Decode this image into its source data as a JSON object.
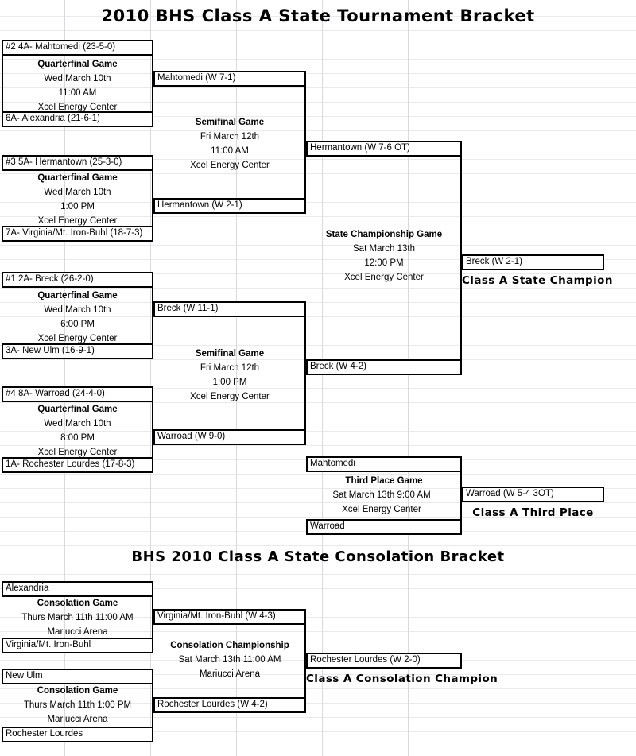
{
  "titles": {
    "main": "2010 BHS Class A State Tournament Bracket",
    "consolation": "BHS 2010 Class A State Consolation Bracket"
  },
  "labels": {
    "quarterfinal": "Quarterfinal Game",
    "semifinal": "Semifinal Game",
    "championship": "State Championship Game",
    "third_place": "Third Place Game",
    "consolation_game": "Consolation Game",
    "consolation_championship": "Consolation Championship"
  },
  "venues": {
    "xcel": "Xcel Energy Center",
    "mariucci": "Mariucci Arena"
  },
  "main_bracket": {
    "quarterfinals": [
      {
        "team_top": "#2 4A- Mahtomedi (23-5-0)",
        "team_bottom": "6A- Alexandria (21-6-1)",
        "header": "Quarterfinal Game",
        "date": "Wed March 10th",
        "time": "11:00 AM",
        "venue": "Xcel Energy Center"
      },
      {
        "team_top": "#3 5A- Hermantown (25-3-0)",
        "team_bottom": "7A- Virginia/Mt. Iron-Buhl (18-7-3)",
        "header": "Quarterfinal Game",
        "date": "Wed March 10th",
        "time": "1:00 PM",
        "venue": "Xcel Energy Center"
      },
      {
        "team_top": "#1 2A- Breck (26-2-0)",
        "team_bottom": "3A- New Ulm (16-9-1)",
        "header": "Quarterfinal Game",
        "date": "Wed March 10th",
        "time": "6:00 PM",
        "venue": "Xcel Energy Center"
      },
      {
        "team_top": "#4 8A- Warroad (24-4-0)",
        "team_bottom": "1A- Rochester Lourdes (17-8-3)",
        "header": "Quarterfinal Game",
        "date": "Wed March 10th",
        "time": "8:00 PM",
        "venue": "Xcel Energy Center"
      }
    ],
    "semifinals": [
      {
        "winner_top": "Mahtomedi (W 7-1)",
        "winner_bottom": "Hermantown (W 2-1)",
        "header": "Semifinal Game",
        "date": "Fri March 12th",
        "time": "11:00 AM",
        "venue": "Xcel Energy Center"
      },
      {
        "winner_top": "Breck (W 11-1)",
        "winner_bottom": "Warroad (W 9-0)",
        "header": "Semifinal Game",
        "date": "Fri March 12th",
        "time": "1:00 PM",
        "venue": "Xcel Energy Center"
      }
    ],
    "final": {
      "finalist_top": "Hermantown (W 7-6 OT)",
      "finalist_bottom": "Breck (W 4-2)",
      "header": "State Championship Game",
      "date": "Sat March 13th",
      "time": "12:00 PM",
      "venue": "Xcel Energy Center",
      "champion": "Breck (W 2-1)",
      "champion_award": "Class A State Champion"
    },
    "third_place": {
      "team_top": "Mahtomedi",
      "team_bottom": "Warroad",
      "header": "Third Place Game",
      "datetime": "Sat March 13th 9:00 AM",
      "venue": "Xcel Energy Center",
      "winner": "Warroad (W 5-4 3OT)",
      "award": "Class A Third Place"
    }
  },
  "consolation_bracket": {
    "games": [
      {
        "team_top": "Alexandria",
        "team_bottom": "Virginia/Mt. Iron-Buhl",
        "header": "Consolation Game",
        "datetime": "Thurs March 11th 11:00 AM",
        "venue": "Mariucci Arena"
      },
      {
        "team_top": "New Ulm",
        "team_bottom": "Rochester Lourdes",
        "header": "Consolation Game",
        "datetime": "Thurs March 11th 1:00 PM",
        "venue": "Mariucci Arena"
      }
    ],
    "championship": {
      "winner_top": "Virginia/Mt. Iron-Buhl  (W 4-3)",
      "winner_bottom": "Rochester Lourdes (W 4-2)",
      "header": "Consolation Championship",
      "datetime": "Sat March 13th 11:00 AM",
      "venue": "Mariucci Arena",
      "champion": "Rochester Lourdes (W 2-0)",
      "award": "Class A Consolation Champion"
    }
  }
}
